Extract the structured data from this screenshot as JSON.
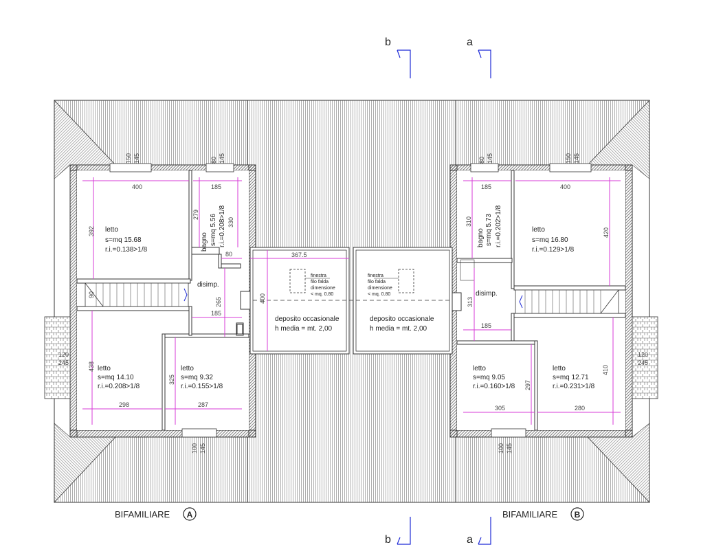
{
  "section_marks": {
    "b": "b",
    "a": "a"
  },
  "house_a": {
    "title": "BIFAMILIARE",
    "badge": "A",
    "rooms": {
      "letto_top": [
        "letto",
        "s=mq 15.68",
        "r.i.=0.138>1/8"
      ],
      "bagno": [
        "bagno",
        "s=mq 5.56",
        "r.i.=0.208>1/8"
      ],
      "disimp": "disimp.",
      "letto_bl": [
        "letto",
        "s=mq 14.10",
        "r.i.=0.208>1/8"
      ],
      "letto_br": [
        "letto",
        "s=mq 9.32",
        "r.i.=0.155>1/8"
      ]
    },
    "dims": {
      "d150": "150",
      "d145a": "145",
      "d80": "80",
      "d145b": "145",
      "d400": "400",
      "d185": "185",
      "d392": "392",
      "d279": "279",
      "d330": "330",
      "d80h": "80",
      "d265": "265",
      "d185b": "185",
      "d90": "90",
      "d438": "438",
      "d325": "325",
      "d298": "298",
      "d287": "287",
      "d120": "120",
      "d245": "245",
      "d100": "100",
      "d145c": "145"
    }
  },
  "house_b": {
    "title": "BIFAMILIARE",
    "badge": "B",
    "rooms": {
      "bagno": [
        "bagno",
        "s=mq 5.73",
        "r.i.=0.202>1/8"
      ],
      "letto_top": [
        "letto",
        "s=mq 16.80",
        "r.i.=0.129>1/8"
      ],
      "disimp": "disimp.",
      "letto_bl": [
        "letto",
        "s=mq 9.05",
        "r.i.=0.160>1/8"
      ],
      "letto_br": [
        "letto",
        "s=mq 12.71",
        "r.i.=0.231>1/8"
      ]
    },
    "dims": {
      "d80": "80",
      "d145a": "145",
      "d150": "150",
      "d145b": "145",
      "d185": "185",
      "d400": "400",
      "d310": "310",
      "d420": "420",
      "d313": "313",
      "d185b": "185",
      "d297": "297",
      "d410": "410",
      "d305": "305",
      "d280": "280",
      "d120": "120",
      "d245": "245",
      "d100": "100",
      "d145c": "145"
    }
  },
  "deposito": {
    "left": [
      "deposito occasionale",
      "h media = mt. 2,00"
    ],
    "right": [
      "deposito occasionale",
      "h media = mt. 2,00"
    ],
    "window_note": [
      "finestra",
      "filo falda",
      "dimensione",
      "< mq. 0.80"
    ],
    "d3675": "367.5",
    "d400": "400"
  }
}
